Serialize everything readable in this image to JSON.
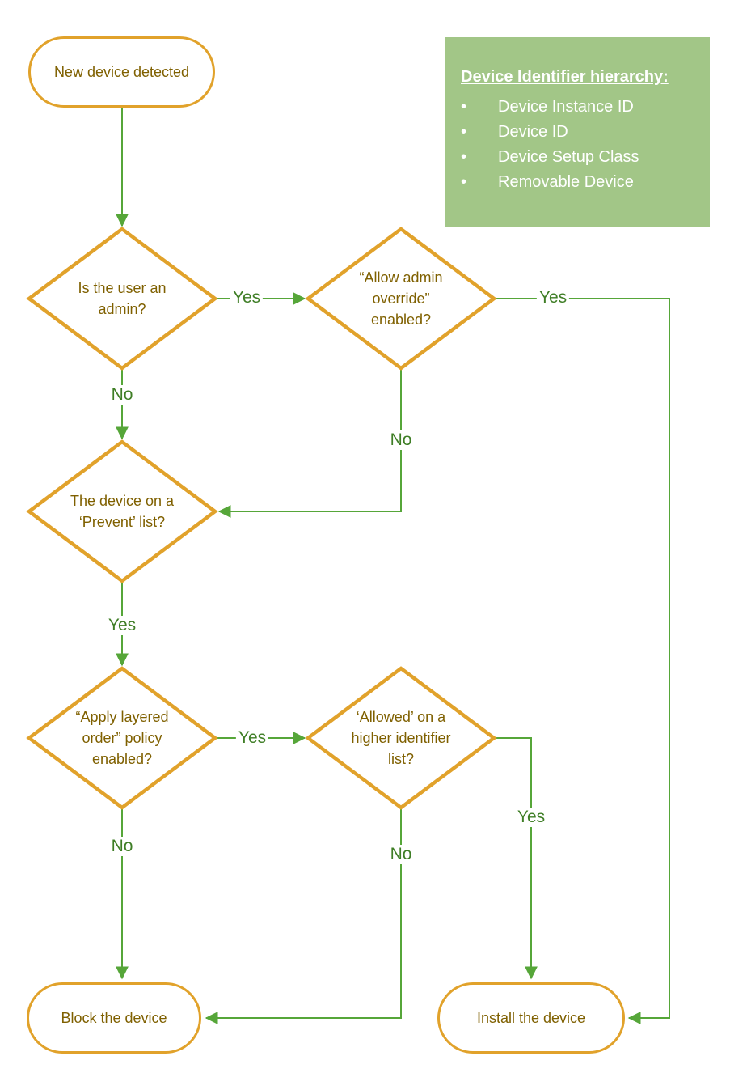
{
  "colors": {
    "shape-border": "#E1A22B",
    "node-text": "#7F6000",
    "edge": "#56A639",
    "edge-label": "#3F7E26",
    "legend-bg": "#A2C687",
    "legend-text": "#FFFFFF"
  },
  "nodes": {
    "start": {
      "label": "New device detected"
    },
    "is_admin": {
      "label": "Is the user an\nadmin?"
    },
    "allow_override": {
      "label": "“Allow admin\noverride”\nenabled?"
    },
    "prevent_list": {
      "label": "The device on a\n‘Prevent’ list?"
    },
    "layered_order": {
      "label": "“Apply layered\norder” policy\nenabled?"
    },
    "higher_identifier": {
      "label": "‘Allowed’ on a\nhigher identifier\nlist?"
    },
    "block": {
      "label": "Block the device"
    },
    "install": {
      "label": "Install the device"
    }
  },
  "edges": {
    "admin_yes": "Yes",
    "override_yes": "Yes",
    "admin_no": "No",
    "override_no": "No",
    "prevent_yes": "Yes",
    "layered_yes": "Yes",
    "higher_yes": "Yes",
    "layered_no": "No",
    "higher_no": "No"
  },
  "legend": {
    "title": "Device Identifier hierarchy:",
    "bullet": "•",
    "items": [
      "Device Instance ID",
      "Device ID",
      "Device Setup Class",
      "Removable Device"
    ]
  }
}
